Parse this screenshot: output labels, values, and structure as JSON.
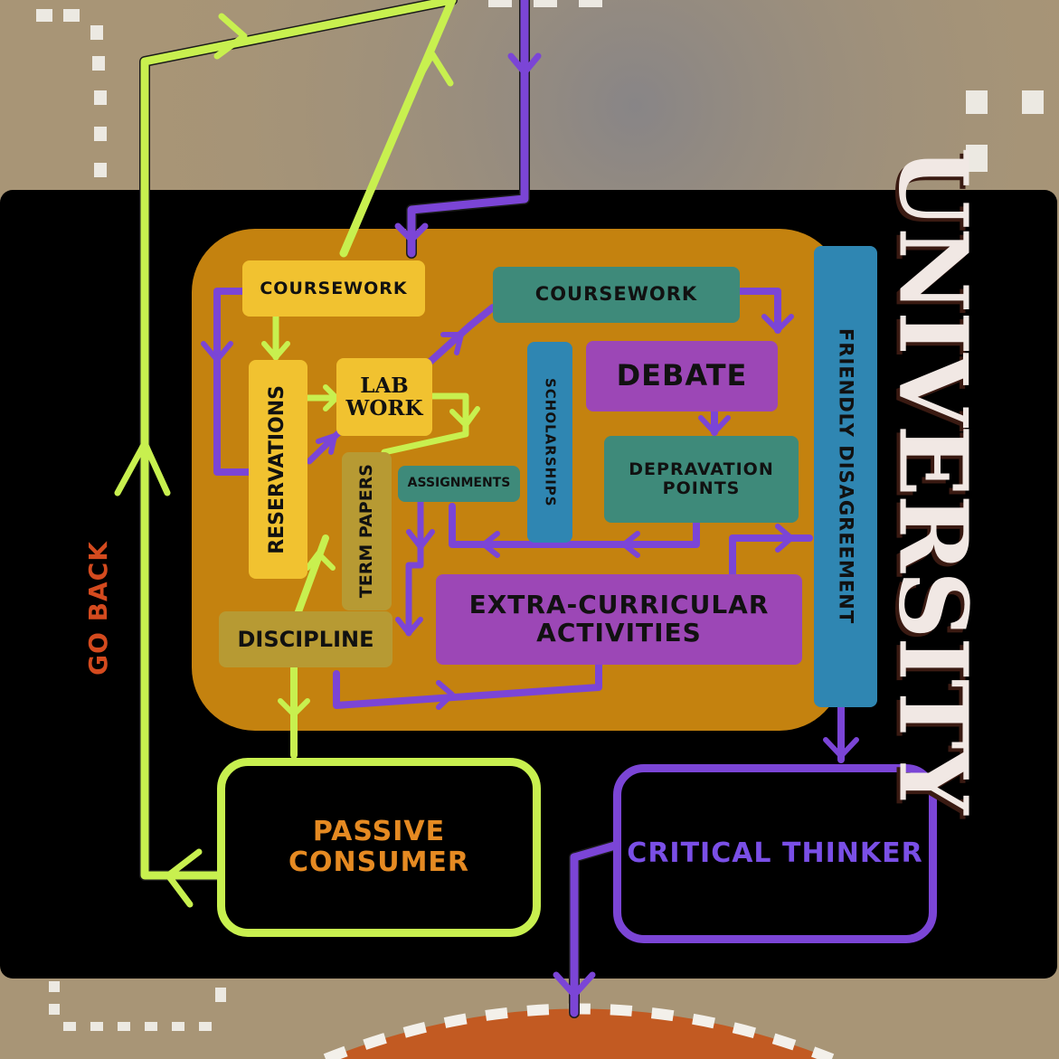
{
  "colors": {
    "background": "#a89576",
    "panel": "#000000",
    "inner_panel": "#c4820f",
    "green_path": "#c8f04f",
    "purple_path": "#7b45d6",
    "passive_text": "#e58a22",
    "critical_text": "#7a4fe6",
    "go_back_text": "#d44a1e"
  },
  "title": "UNIVERSITY",
  "side_label": "GO BACK",
  "nodes": {
    "coursework_left": "COURSEWORK",
    "coursework_right": "COURSEWORK",
    "reservations": "RESERVATIONS",
    "lab_work": "LAB WORK",
    "term_papers": "TERM PAPERS",
    "assignments": "ASSIGNMENTS",
    "scholarships": "SCHOLARSHIPS",
    "debate": "DEBATE",
    "depravation_points": "DEPRAVATION POINTS",
    "discipline": "DISCIPLINE",
    "extra_curricular": "EXTRA-CURRICULAR ACTIVITIES",
    "friendly_disagreement": "FRIENDLY DISAGREEMENT"
  },
  "outcomes": {
    "passive": "PASSIVE CONSUMER",
    "critical": "CRITICAL THINKER"
  }
}
